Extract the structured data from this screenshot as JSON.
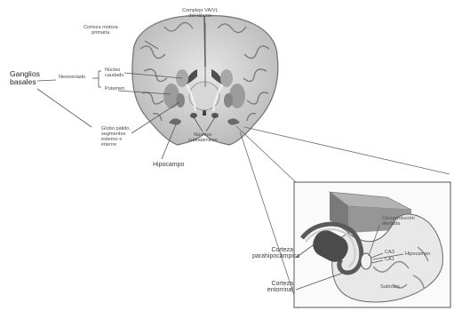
{
  "labels": {
    "complejo_va_vl": "Complejo VA/VL\ndel tálamo",
    "corteza_motora": "Corteza motora\nprimaria",
    "ganglios_basales": "Ganglios\nbasales",
    "neoestriado": "Neoestriado",
    "nucleo_caudado": "Núcleo\ncaudado",
    "putamen": "Putamen",
    "globo_palido": "Globo pálido,\nsegmentos\nexterno e\ninterno",
    "nucleos_subtalamicos": "Núcleos\nsubtalámicos",
    "hipocampo_main": "Hipocampo",
    "circunvolucion_dentada": "Circunvolución\ndentada",
    "ca3": "CA3",
    "ca1": "CA1",
    "hipocampo_inset": "Hipocampo",
    "subiculo": "Subículo",
    "corteza_parahipocampica": "Corteza\nparahipocámpica",
    "corteza_entorrinal": "Corteza\nentorrinal"
  },
  "colors": {
    "line": "#555555",
    "brain_gray": "#c9c9c9",
    "brain_dark": "#6d6d6d",
    "inset_border": "#555555"
  }
}
